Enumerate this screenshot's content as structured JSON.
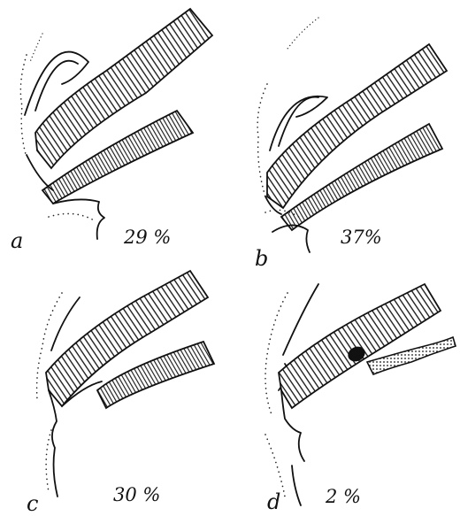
{
  "panels": [
    {
      "letter": "a",
      "percent": "29 %"
    },
    {
      "letter": "b",
      "percent": "37%"
    },
    {
      "letter": "c",
      "percent": "30 %"
    },
    {
      "letter": "d",
      "percent": "2 %"
    }
  ],
  "colors": {
    "ink": "#111111",
    "background": "#ffffff"
  }
}
